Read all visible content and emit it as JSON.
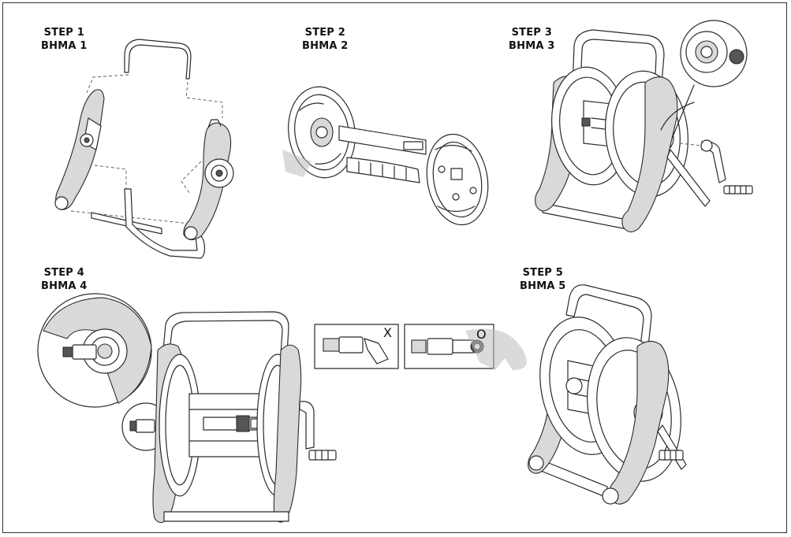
{
  "steps": [
    {
      "line1": "STEP 1",
      "line2": "BHMA 1"
    },
    {
      "line1": "STEP 2",
      "line2": "BHMA 2"
    },
    {
      "line1": "STEP 3",
      "line2": "BHMA 3"
    },
    {
      "line1": "STEP 4",
      "line2": "BHMA 4"
    },
    {
      "line1": "STEP 5",
      "line2": "BHMA 5"
    }
  ],
  "connector_check": {
    "wrong_mark": "X",
    "right_mark": "O"
  },
  "colors": {
    "line": "#2a2a2a",
    "fill_gray": "#d9d9d9",
    "background": "#ffffff"
  }
}
